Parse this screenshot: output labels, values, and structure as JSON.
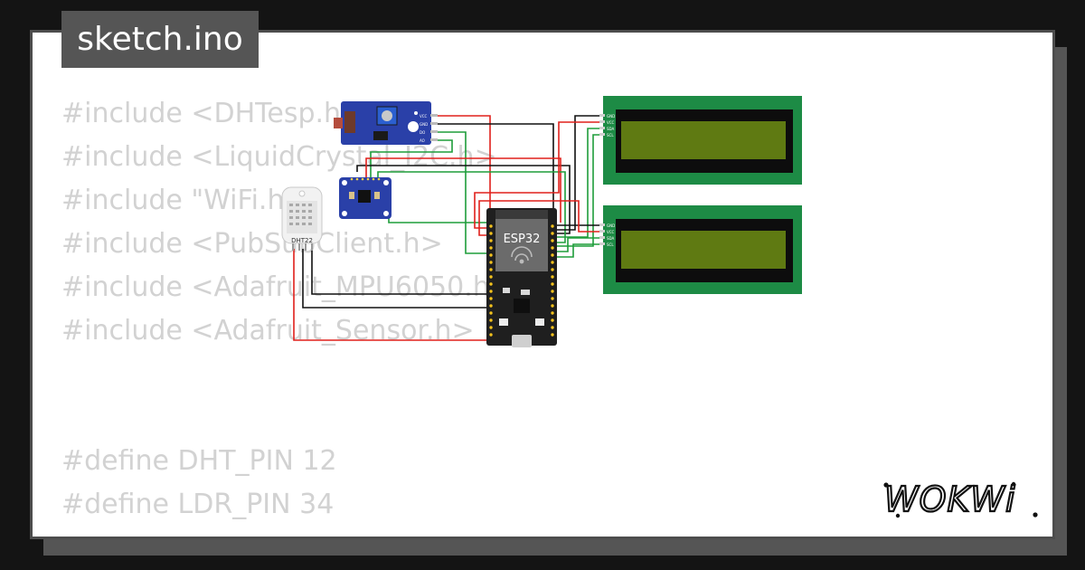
{
  "file": {
    "tab_label": "sketch.ino"
  },
  "code": {
    "lines": [
      "#include <DHTesp.h>",
      "#include <LiquidCrystal_I2C.h>",
      "#include \"WiFi.h\"",
      "#include <PubSubClient.h>",
      "#include <Adafruit_MPU6050.h>",
      "#include <Adafruit_Sensor.h>",
      "",
      "",
      "#define DHT_PIN 12",
      "#define LDR_PIN 34"
    ]
  },
  "circuit": {
    "mcu_label": "ESP32",
    "dht_label": "DHT22",
    "lcd_pins": [
      "GND",
      "VCC",
      "SDA",
      "SCL"
    ],
    "ldr_pins": [
      "VCC",
      "GND",
      "DO",
      "AO"
    ]
  },
  "brand": {
    "logo_text": "WOKWi"
  },
  "colors": {
    "background": "#141414",
    "card": "#ffffff",
    "tab": "#555555",
    "code_text": "#d2d2d2",
    "lcd_border": "#1d8b45",
    "lcd_screen": "#5f7a12",
    "esp32_board": "#1f1f1f",
    "sensor_board": "#2a40a8",
    "wire_red": "#e0201c",
    "wire_green": "#1e9d3a",
    "wire_black": "#111111"
  }
}
